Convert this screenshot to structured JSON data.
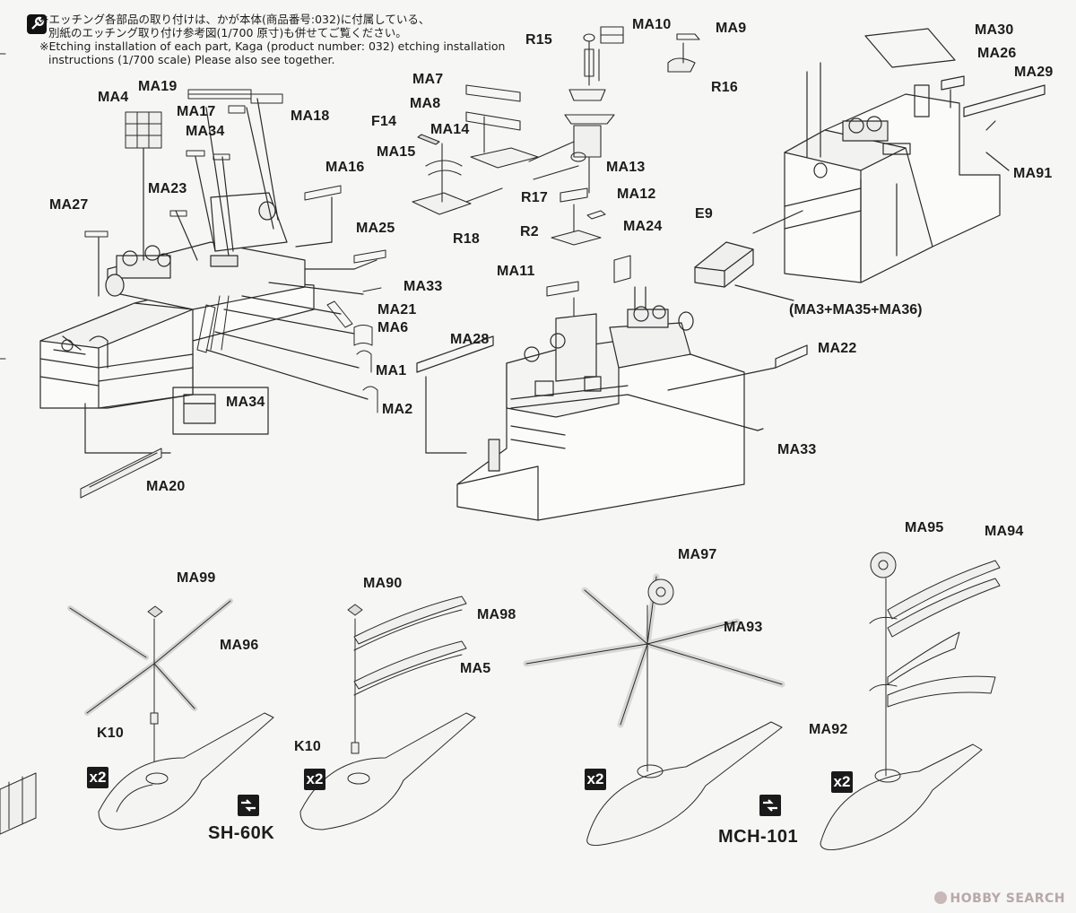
{
  "notes": {
    "jp_line1": "※エッチング各部品の取り付けは、かが本体(商品番号:032)に付属している、",
    "jp_line2": "別紙のエッチング取り付け参考図(1/700 原寸)も併せてご覧ください。",
    "en_line1": "※Etching installation of each part, Kaga (product number: 032) etching installation",
    "en_line2": "instructions (1/700 scale) Please also see together."
  },
  "labels": {
    "MA4": "MA4",
    "MA19": "MA19",
    "MA17": "MA17",
    "MA18": "MA18",
    "MA34a": "MA34",
    "MA23": "MA23",
    "MA27": "MA27",
    "MA16": "MA16",
    "MA25": "MA25",
    "MA33a": "MA33",
    "MA21": "MA21",
    "MA6": "MA6",
    "MA1": "MA1",
    "MA2": "MA2",
    "MA34b": "MA34",
    "MA20": "MA20",
    "R15": "R15",
    "MA10": "MA10",
    "MA9": "MA9",
    "R16": "R16",
    "MA7": "MA7",
    "MA8": "MA8",
    "F14": "F14",
    "MA14": "MA14",
    "MA15": "MA15",
    "R17": "R17",
    "R18": "R18",
    "MA13": "MA13",
    "MA12": "MA12",
    "R2": "R2",
    "MA24": "MA24",
    "MA11": "MA11",
    "MA28": "MA28",
    "MA33b": "MA33",
    "MA22": "MA22",
    "E9": "E9",
    "MA30": "MA30",
    "MA26": "MA26",
    "MA29": "MA29",
    "MA91": "MA91",
    "MA99": "MA99",
    "MA96": "MA96",
    "K10a": "K10",
    "MA90": "MA90",
    "MA98": "MA98",
    "MA5": "MA5",
    "K10b": "K10",
    "MA97": "MA97",
    "MA93": "MA93",
    "MA95": "MA95",
    "MA94": "MA94",
    "MA92": "MA92"
  },
  "combo": "(MA3+MA35+MA36)",
  "helicopters": {
    "sh60k": "SH-60K",
    "mch101": "MCH-101",
    "multiplier": "x2"
  },
  "watermark": "HOBBY SEARCH",
  "icons": [
    "wrench-icon",
    "flip-arrow-icon"
  ]
}
